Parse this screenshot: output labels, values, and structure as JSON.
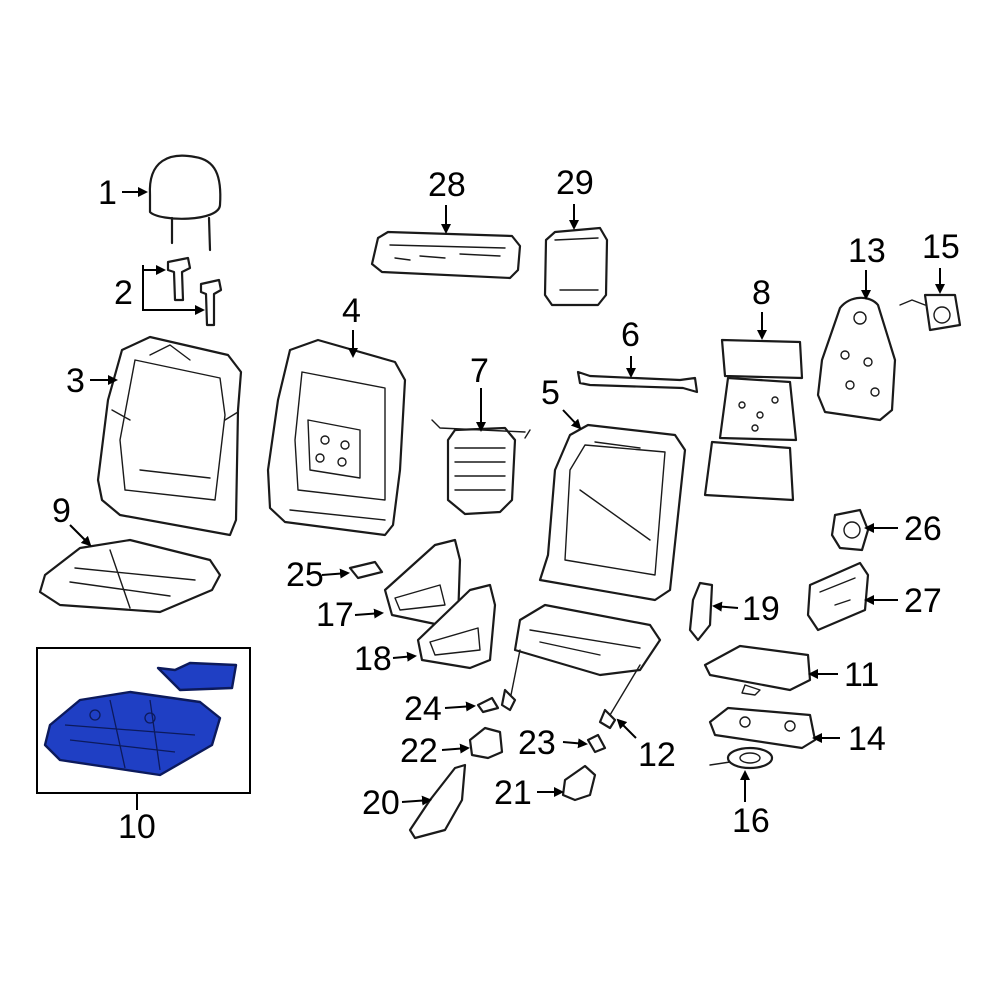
{
  "callouts": {
    "c1": "1",
    "c2": "2",
    "c3": "3",
    "c4": "4",
    "c5": "5",
    "c6": "6",
    "c7": "7",
    "c8": "8",
    "c9": "9",
    "c10": "10",
    "c11": "11",
    "c12": "12",
    "c13": "13",
    "c14": "14",
    "c15": "15",
    "c16": "16",
    "c17": "17",
    "c18": "18",
    "c19": "19",
    "c20": "20",
    "c21": "21",
    "c22": "22",
    "c23": "23",
    "c24": "24",
    "c25": "25",
    "c26": "26",
    "c27": "27",
    "c28": "28",
    "c29": "29"
  },
  "colors": {
    "highlight": "#1f3fc4",
    "line": "#1a1a1a"
  }
}
